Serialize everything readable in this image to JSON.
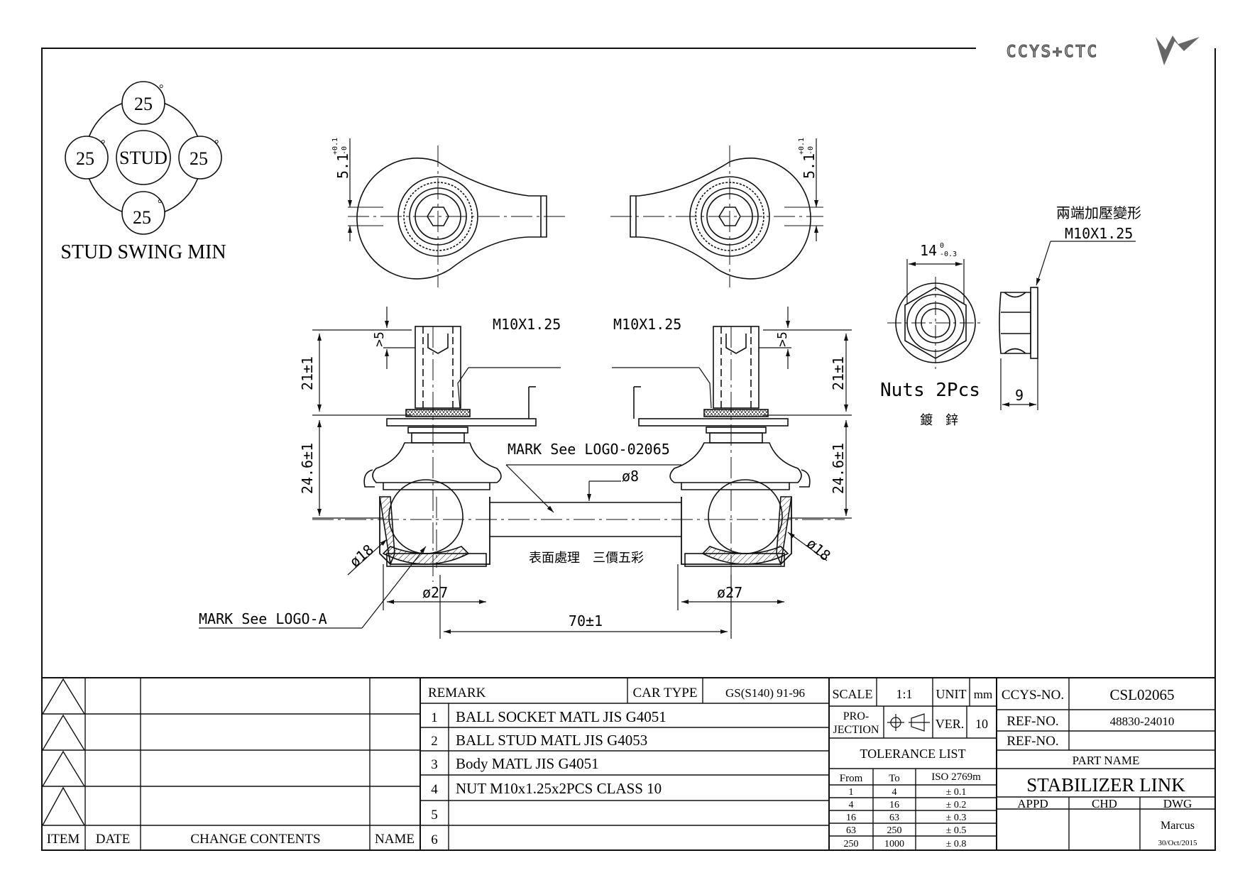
{
  "logo_text": "CCYS+CTC",
  "stud_swing": {
    "top": "25",
    "left": "25",
    "right": "25",
    "bottom": "25",
    "degree": "°",
    "center": "STUD",
    "caption": "STUD SWING MIN"
  },
  "dims": {
    "tol_left": "5.1",
    "tol_right": "5.1",
    "tol_sup": "+0.1",
    "tol_sub": "-0",
    "thread_left": "M10X1.25",
    "thread_right": "M10X1.25",
    "min5_left": ">5",
    "min5_right": ">5",
    "len21_left": "21±1",
    "len21_right": "21±1",
    "len246_left": "24.6±1",
    "len246_right": "24.6±1",
    "mark_logo": "MARK See LOGO-02065",
    "dia8": "ø8",
    "dia18_left": "ø18",
    "dia18_right": "ø18",
    "dia27_left": "ø27",
    "dia27_right": "ø27",
    "mark_logo_a": "MARK See LOGO-A",
    "len70": "70±1",
    "surface": "表面處理　三價五彩"
  },
  "nut": {
    "width": "14",
    "w_sup": "0",
    "w_sub": "-0.3",
    "note_cn": "兩端加壓變形",
    "thread": "M10X1.25",
    "label": "Nuts 2Pcs",
    "finish_cn": "鍍　鋅",
    "thick": "9"
  },
  "revision": {
    "headers": {
      "item": "ITEM",
      "date": "DATE",
      "contents": "CHANGE CONTENTS",
      "name": "NAME"
    }
  },
  "remark": {
    "label": "REMARK",
    "car_type_label": "CAR TYPE",
    "car_type": "GS(S140) 91-96",
    "rows": [
      {
        "n": "1",
        "text": "BALL SOCKET MATL JIS G4051"
      },
      {
        "n": "2",
        "text": "BALL STUD MATL JIS G4053"
      },
      {
        "n": "3",
        "text": "Body MATL JIS G4051"
      },
      {
        "n": "4",
        "text": "NUT M10x1.25x2PCS CLASS 10"
      },
      {
        "n": "5",
        "text": ""
      },
      {
        "n": "6",
        "text": ""
      }
    ]
  },
  "spec": {
    "scale_label": "SCALE",
    "scale": "1:1",
    "unit_label": "UNIT",
    "unit": "mm",
    "projection_1": "PRO-",
    "projection_2": "JECTION",
    "ver_label": "VER.",
    "ver": "10",
    "tolerance_title": "TOLERANCE LIST",
    "tol_headers": {
      "from": "From",
      "to": "To",
      "iso": "ISO 2769m"
    },
    "tol_rows": [
      {
        "from": "1",
        "to": "4",
        "tol": "± 0.1"
      },
      {
        "from": "4",
        "to": "16",
        "tol": "± 0.2"
      },
      {
        "from": "16",
        "to": "63",
        "tol": "± 0.3"
      },
      {
        "from": "63",
        "to": "250",
        "tol": "± 0.5"
      },
      {
        "from": "250",
        "to": "1000",
        "tol": "± 0.8"
      }
    ]
  },
  "title_block": {
    "ccys_label": "CCYS-NO.",
    "ccys_no": "CSL02065",
    "ref1_label": "REF-NO.",
    "ref1": "48830-24010",
    "ref2_label": "REF-NO.",
    "ref2": "",
    "part_name_label": "PART NAME",
    "part_name": "STABILIZER LINK",
    "appd": "APPD",
    "chd": "CHD",
    "dwg": "DWG",
    "drawn_by": "Marcus",
    "date": "30/Oct/2015"
  }
}
